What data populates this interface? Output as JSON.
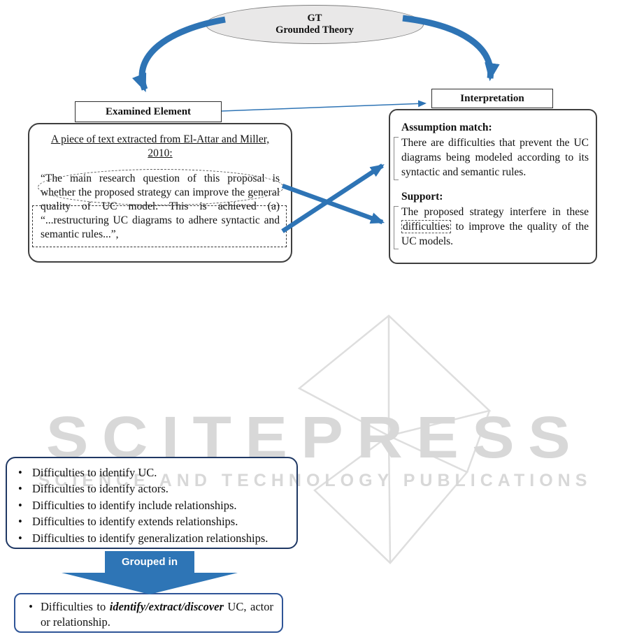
{
  "ellipse": {
    "title": "GT",
    "subtitle": "Grounded Theory"
  },
  "examined": {
    "header": "Examined Element",
    "source_heading": "A piece of text extracted from El-Attar and Miller, 2010:",
    "quote": "“The main research question of this proposal is whether the proposed strategy can improve the general quality of UC model. This is achieved (a) “...restructuring UC diagrams to adhere syntactic and semantic rules...”,"
  },
  "interpretation": {
    "header": "Interpretation",
    "assumption_label": "Assumption match:",
    "assumption_text": "There are difficulties that prevent the UC diagrams being modeled according to its syntactic and semantic rules.",
    "support_label": "Support:",
    "support_pre": "The proposed strategy interfere in these ",
    "support_boxed": "difficulties",
    "support_post": " to improve the quality of the UC models."
  },
  "difficulties": {
    "items": [
      "Difficulties to identify UC.",
      "Difficulties to identify actors.",
      "Difficulties to identify include relationships.",
      "Difficulties to identify extends relationships.",
      "Difficulties to identify generalization relationships."
    ]
  },
  "grouping": {
    "label": "Grouped in",
    "result_prefix": "Difficulties to ",
    "result_emphasis": "identify/extract/discover",
    "result_suffix": " UC, actor or relationship."
  },
  "watermark": {
    "title": "SCITEPRESS",
    "subtitle": "SCIENCE AND TECHNOLOGY PUBLICATIONS"
  },
  "colors": {
    "arrow_blue": "#2e74b5",
    "group_fill": "#2e75b6",
    "watermark_gray": "#d8d8d8",
    "box_border_dark": "#3f3f3f",
    "list_border_navy": "#1f3864",
    "result_border_blue": "#2f5597"
  }
}
